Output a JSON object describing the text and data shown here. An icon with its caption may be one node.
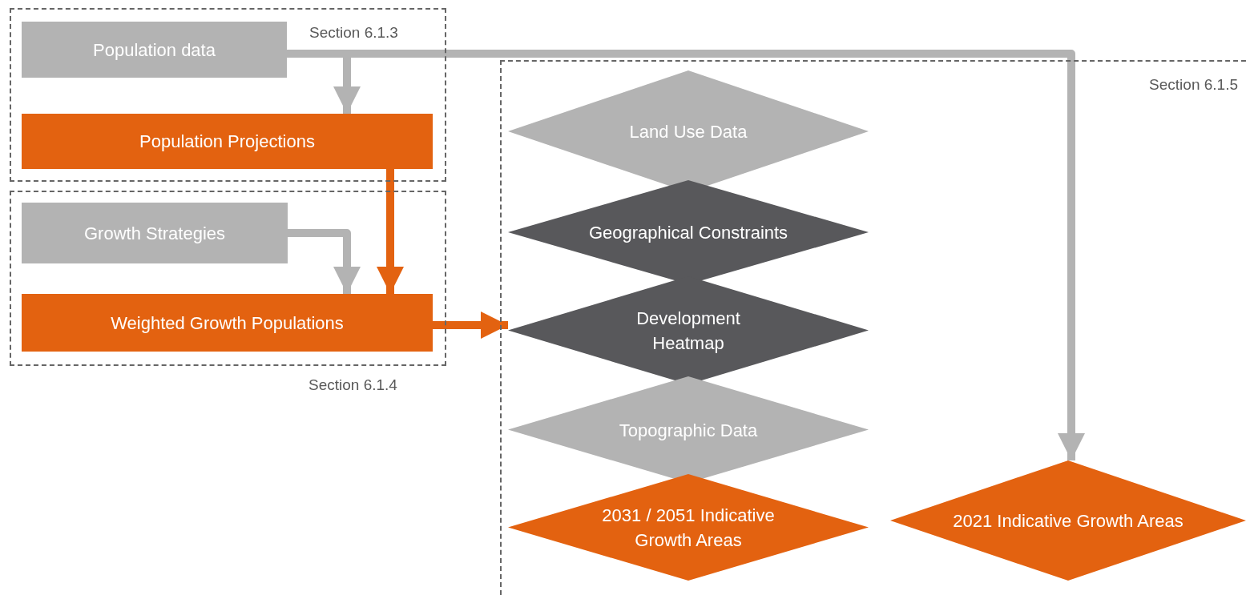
{
  "diagram": {
    "nodes": [
      {
        "text": [
          "Section 6.1.3"
        ]
      },
      {
        "text": [
          "Population data"
        ],
        "in": 0
      },
      {
        "text": [
          "Population Projections"
        ],
        "in": 0
      },
      {
        "text": [
          "Section 6.1.4"
        ]
      },
      {
        "text": [
          "Growth Strategies"
        ],
        "in": 3
      },
      {
        "text": [
          "Weighted Growth Populations"
        ],
        "in": 3
      },
      {
        "text": [
          "Section 6.1.5"
        ]
      },
      {
        "text": [
          "Land Use Data"
        ],
        "in": 6
      },
      {
        "text": [
          "Geographical Constraints"
        ],
        "in": 6
      },
      {
        "text": [
          "Development Heatmap"
        ],
        "in": 6
      },
      {
        "text": [
          "Topographic Data"
        ],
        "in": 6
      },
      {
        "text": [
          "2031 / 2051 Indicative Growth Areas"
        ],
        "in": 6
      },
      {
        "text": [
          "2021 Indicative Growth Areas"
        ],
        "in": 6
      }
    ],
    "edges": [
      {
        "from": 1,
        "to": 2,
        "arrow": "to"
      },
      {
        "from": 1,
        "to": 12,
        "arrow": "to"
      },
      {
        "from": 2,
        "to": 5,
        "arrow": "to",
        "color": "#e36210"
      },
      {
        "from": 4,
        "to": 5,
        "arrow": "to"
      },
      {
        "from": 5,
        "to": 9,
        "arrow": "to",
        "color": "#e36210"
      }
    ]
  }
}
